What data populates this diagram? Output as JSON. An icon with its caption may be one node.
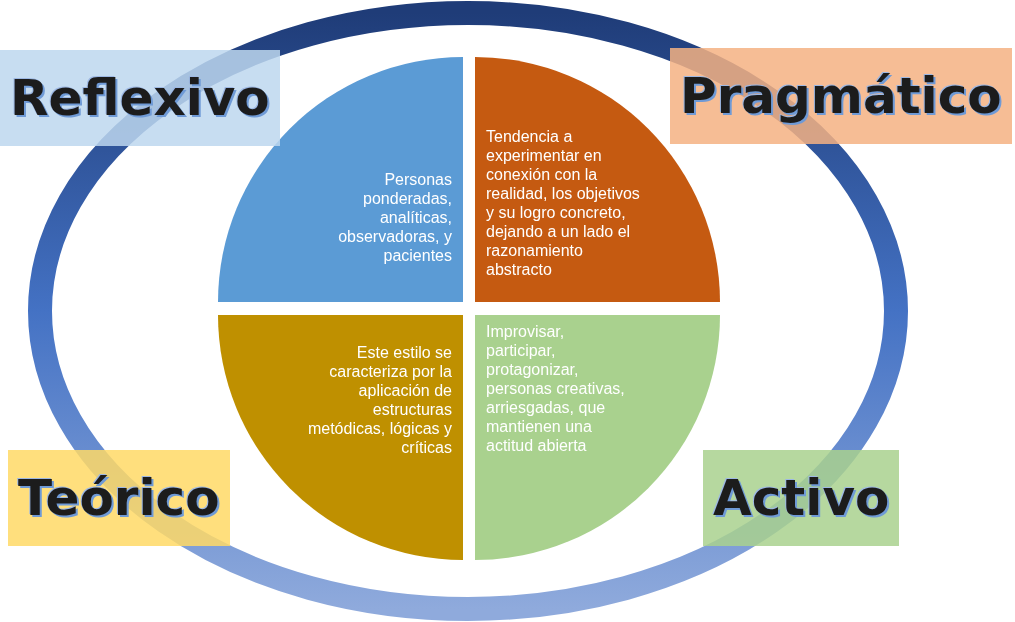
{
  "diagram": {
    "nodes": [
      {
        "text": [
          "Reflexivo"
        ]
      },
      {
        "text": [
          "Pragmático"
        ]
      },
      {
        "text": [
          "Personas ponderadas, analíticas, observadoras, y pacientes"
        ]
      },
      {
        "text": [
          "Tendencia a experimentar en conexión con la realidad, los objetivos y su logro concreto, dejando a un lado el razonamiento abstracto"
        ]
      },
      {
        "text": [
          "Este estilo se caracteriza por la aplicación de estructuras metódicas, lógicas y críticas"
        ]
      },
      {
        "text": [
          "Improvisar, participar, protagonizar, personas creativas, arriesgadas, que mantienen una actitud abierta"
        ]
      },
      {
        "text": [
          "Teórico"
        ]
      },
      {
        "text": [
          "Activo"
        ]
      }
    ],
    "edges": []
  }
}
